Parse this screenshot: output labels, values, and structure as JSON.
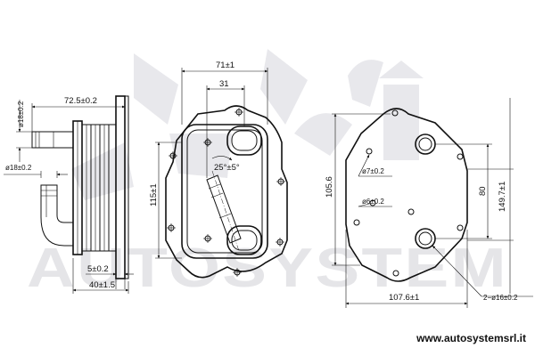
{
  "watermark": {
    "text": "AUTOSYSTEM",
    "color": "#e3e3e6"
  },
  "footer": {
    "url": "www.autosystemsrl.it"
  },
  "colors": {
    "line": "#111111",
    "background": "#ffffff"
  },
  "side_view": {
    "dim_inlet_dia": "ø18±0.2",
    "dim_outlet_dia": "ø18±0.2",
    "dim_pipe_length": "72.5±0.2",
    "dim_flange": "5±0.2",
    "dim_body": "40±1.5"
  },
  "front_view": {
    "dim_width": "71±1",
    "dim_port_offset": "31",
    "dim_angle": "25°±5°",
    "dim_height": "115±1"
  },
  "rear_view": {
    "dim_height": "105.6",
    "dim_hole_a": "ø7±0.2",
    "dim_hole_b": "ø6±0.2",
    "dim_port_spacing": "80",
    "dim_total_height": "149.7±1",
    "dim_width": "107.6±1",
    "dim_ports": "2−ø16±0.2"
  }
}
